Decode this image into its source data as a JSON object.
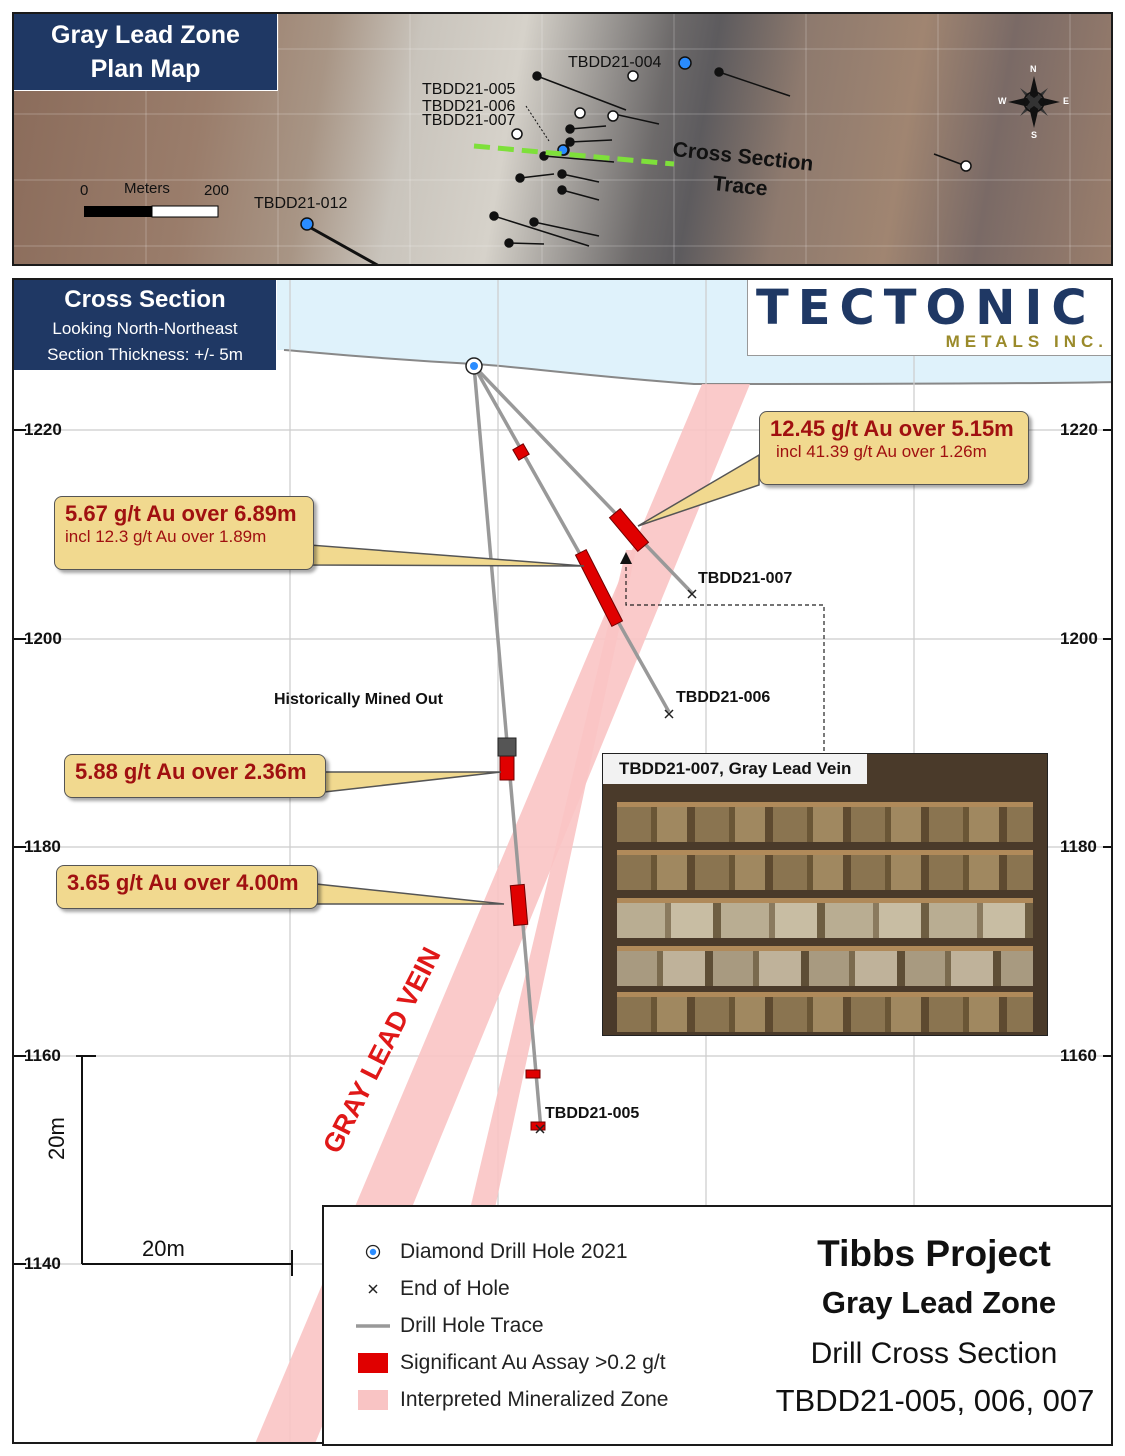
{
  "plan_map": {
    "title_line1": "Gray Lead Zone",
    "title_line2": "Plan Map",
    "scale_zero": "0",
    "scale_unit": "Meters",
    "scale_max": "200",
    "cross_section_label_line1": "Cross Section",
    "cross_section_label_line2": "Trace",
    "hole_labels": [
      "TBDD21-004",
      "TBDD21-005",
      "TBDD21-006",
      "TBDD21-007",
      "TBDD21-012"
    ],
    "compass": {
      "n": "N",
      "s": "S",
      "e": "E",
      "w": "W"
    }
  },
  "section": {
    "title": "Cross Section",
    "subtitle1": "Looking North-Northeast",
    "subtitle2": "Section Thickness: +/- 5m",
    "logo_main": "TECTONIC",
    "logo_sub": "METALS INC.",
    "elevations": [
      "1220",
      "1200",
      "1180",
      "1160",
      "1140"
    ],
    "hole_labels": {
      "h007": "TBDD21-007",
      "h006": "TBDD21-006",
      "h005": "TBDD21-005"
    },
    "mined_out": "Historically Mined Out",
    "vein_label": "GRAY LEAD VEIN",
    "scale_v": "20m",
    "scale_h": "20m",
    "callouts": {
      "c1_main": "12.45 g/t Au over 5.15m",
      "c1_sub": "incl 41.39 g/t Au over 1.26m",
      "c2_main": "5.67 g/t Au over 6.89m",
      "c2_sub": "incl 12.3 g/t Au over 1.89m",
      "c3_main": "5.88 g/t Au over 2.36m",
      "c4_main": "3.65 g/t Au over 4.00m"
    },
    "photo_label": "TBDD21-007, Gray Lead Vein"
  },
  "legend": {
    "items": [
      "Diamond Drill Hole 2021",
      "End of Hole",
      "Drill Hole Trace",
      "Significant Au Assay >0.2 g/t",
      "Interpreted Mineralized Zone"
    ],
    "project": "Tibbs Project",
    "zone": "Gray Lead Zone",
    "type": "Drill Cross Section",
    "holes": "TBDD21-005, 006, 007"
  },
  "colors": {
    "navy": "#1f3864",
    "callout_fill": "#f1d98f",
    "assay_red": "#e00000",
    "zone_pink": "#f9c4c4",
    "sky": "#dff2fb",
    "logo_blue": "#1f3864",
    "logo_gold": "#9a8a2a",
    "trace_green": "#7ee03a"
  }
}
